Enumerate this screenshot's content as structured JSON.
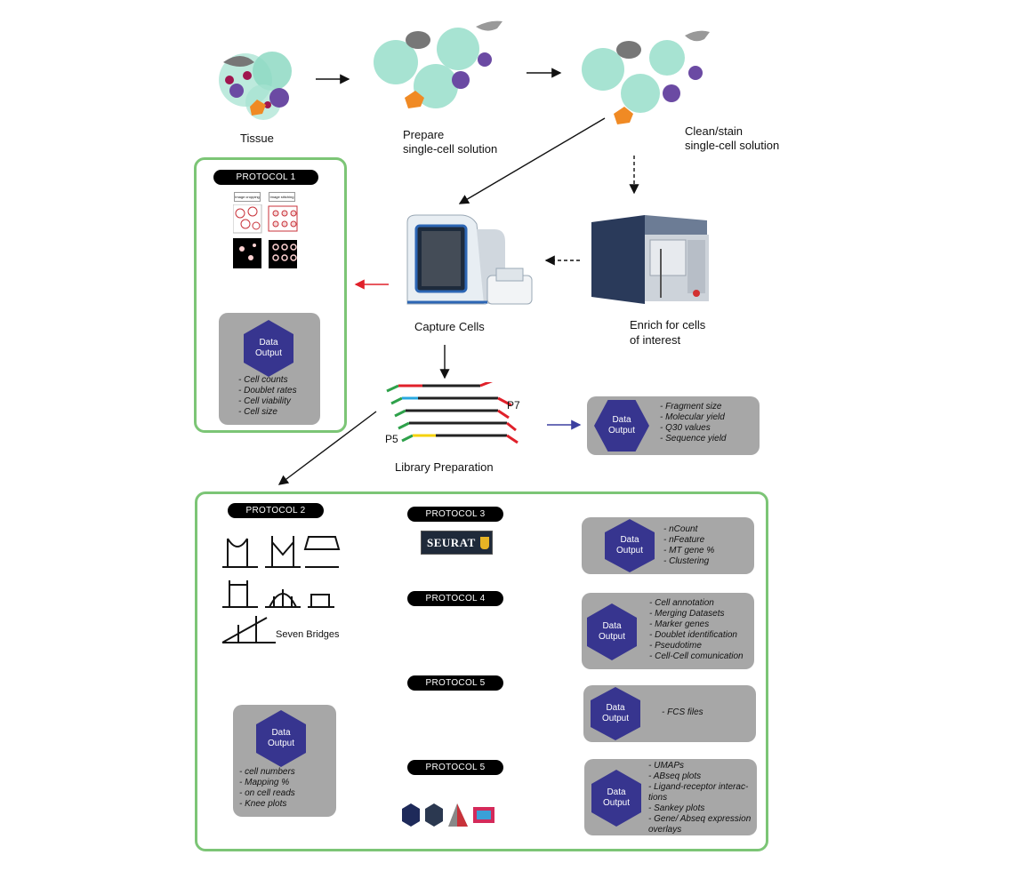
{
  "stages": {
    "tissue": "Tissue",
    "prepare_line1": "Prepare",
    "prepare_line2": "single-cell solution",
    "clean_line1": "Clean/stain",
    "clean_line2": "single-cell solution",
    "capture": "Capture Cells",
    "enrich_line1": "Enrich for cells",
    "enrich_line2": "of interest",
    "library": "Library Preparation",
    "p5": "P5",
    "p7": "P7"
  },
  "protocol1": {
    "label": "PROTOCOL 1",
    "thumb_a": "Image cropping",
    "thumb_b": "Image stitching",
    "output_hex": [
      "Data",
      "Output"
    ],
    "outputs": [
      "- Cell counts",
      "- Doublet rates",
      "- Cell viability",
      "- Cell size"
    ]
  },
  "library_output": {
    "hex": [
      "Data",
      "Output"
    ],
    "outputs": [
      "- Fragment size",
      "- Molecular yield",
      "- Q30 values",
      "- Sequence yield"
    ]
  },
  "protocol2": {
    "label": "PROTOCOL 2",
    "platform": "Seven Bridges",
    "output_hex": [
      "Data",
      "Output"
    ],
    "outputs": [
      "- cell  numbers",
      "- Mapping %",
      "- on cell reads",
      "- Knee plots"
    ]
  },
  "protocol3": {
    "label": "PROTOCOL 3",
    "tool": "SEURAT",
    "output_hex": [
      "Data",
      "Output"
    ],
    "outputs": [
      "- nCount",
      "- nFeature",
      "- MT gene %",
      "- Clustering"
    ]
  },
  "protocol4": {
    "label": "PROTOCOL 4",
    "output_hex": [
      "Data",
      "Output"
    ],
    "outputs": [
      "- Cell annotation",
      "- Merging Datasets",
      "- Marker genes",
      "- Doublet identification",
      "- Pseudotime",
      "- Cell-Cell comunication"
    ]
  },
  "protocol5a": {
    "label": "PROTOCOL 5",
    "output_hex": [
      "Data",
      "Output"
    ],
    "outputs": [
      "- FCS files"
    ]
  },
  "protocol5b": {
    "label": "PROTOCOL 5",
    "output_hex": [
      "Data",
      "Output"
    ],
    "outputs": [
      "- UMAPs",
      "- ABseq plots",
      "- Ligand-receptor interac-",
      "tions",
      "- Sankey plots",
      "- Gene/ Abseq expression",
      "overlays"
    ]
  },
  "colors": {
    "green_border": "#7cc576",
    "hex_fill": "#37358f",
    "card_fill": "#a7a7a7",
    "blue_arrow": "#3b3fa0",
    "red_arrow": "#e0202a",
    "cell_teal": "#8ed9c3",
    "cell_purple": "#6b4aa3",
    "cell_orange": "#f08a24",
    "cell_magenta": "#a0164f"
  }
}
